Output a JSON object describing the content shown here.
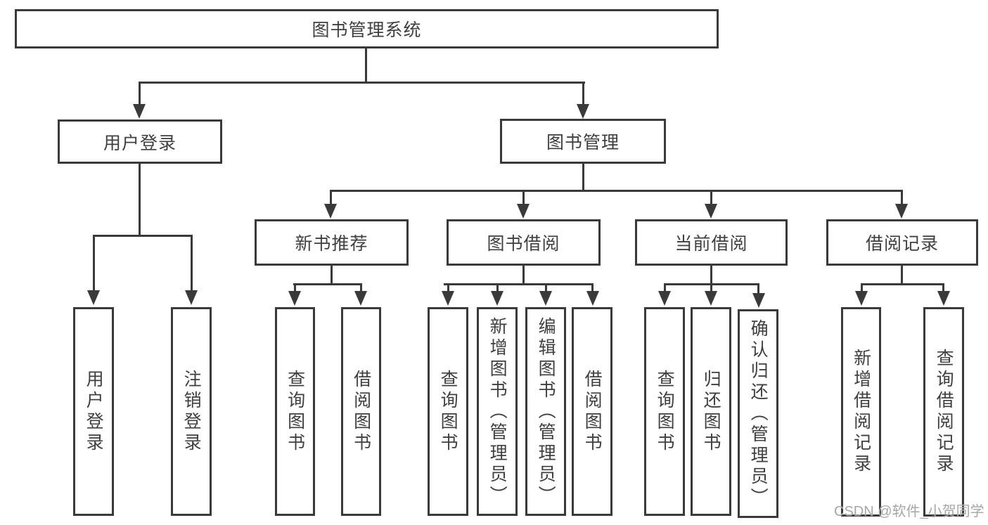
{
  "diagram": {
    "root": {
      "label": "图书管理系统"
    },
    "level1": [
      {
        "label": "用户登录"
      },
      {
        "label": "图书管理"
      }
    ],
    "level2": [
      {
        "label": "新书推荐"
      },
      {
        "label": "图书借阅"
      },
      {
        "label": "当前借阅"
      },
      {
        "label": "借阅记录"
      }
    ],
    "leaves": {
      "user_login": [
        "用户登录",
        "注销登录"
      ],
      "new_book": [
        "查询图书",
        "借阅图书"
      ],
      "book_borrow": [
        "查询图书",
        "新增图书（管理员）",
        "编辑图书（管理员）",
        "借阅图书"
      ],
      "current_borrow": [
        "查询图书",
        "归还图书",
        "确认归还（管理员）"
      ],
      "borrow_record": [
        "新增借阅记录",
        "查询借阅记录"
      ]
    }
  },
  "watermark": {
    "text": "CSDN @软件_小贺同学"
  },
  "colors": {
    "line": "#3a3a3a",
    "text": "#3f3f3f",
    "watermark": "#a6a6a6",
    "background": "#ffffff"
  }
}
